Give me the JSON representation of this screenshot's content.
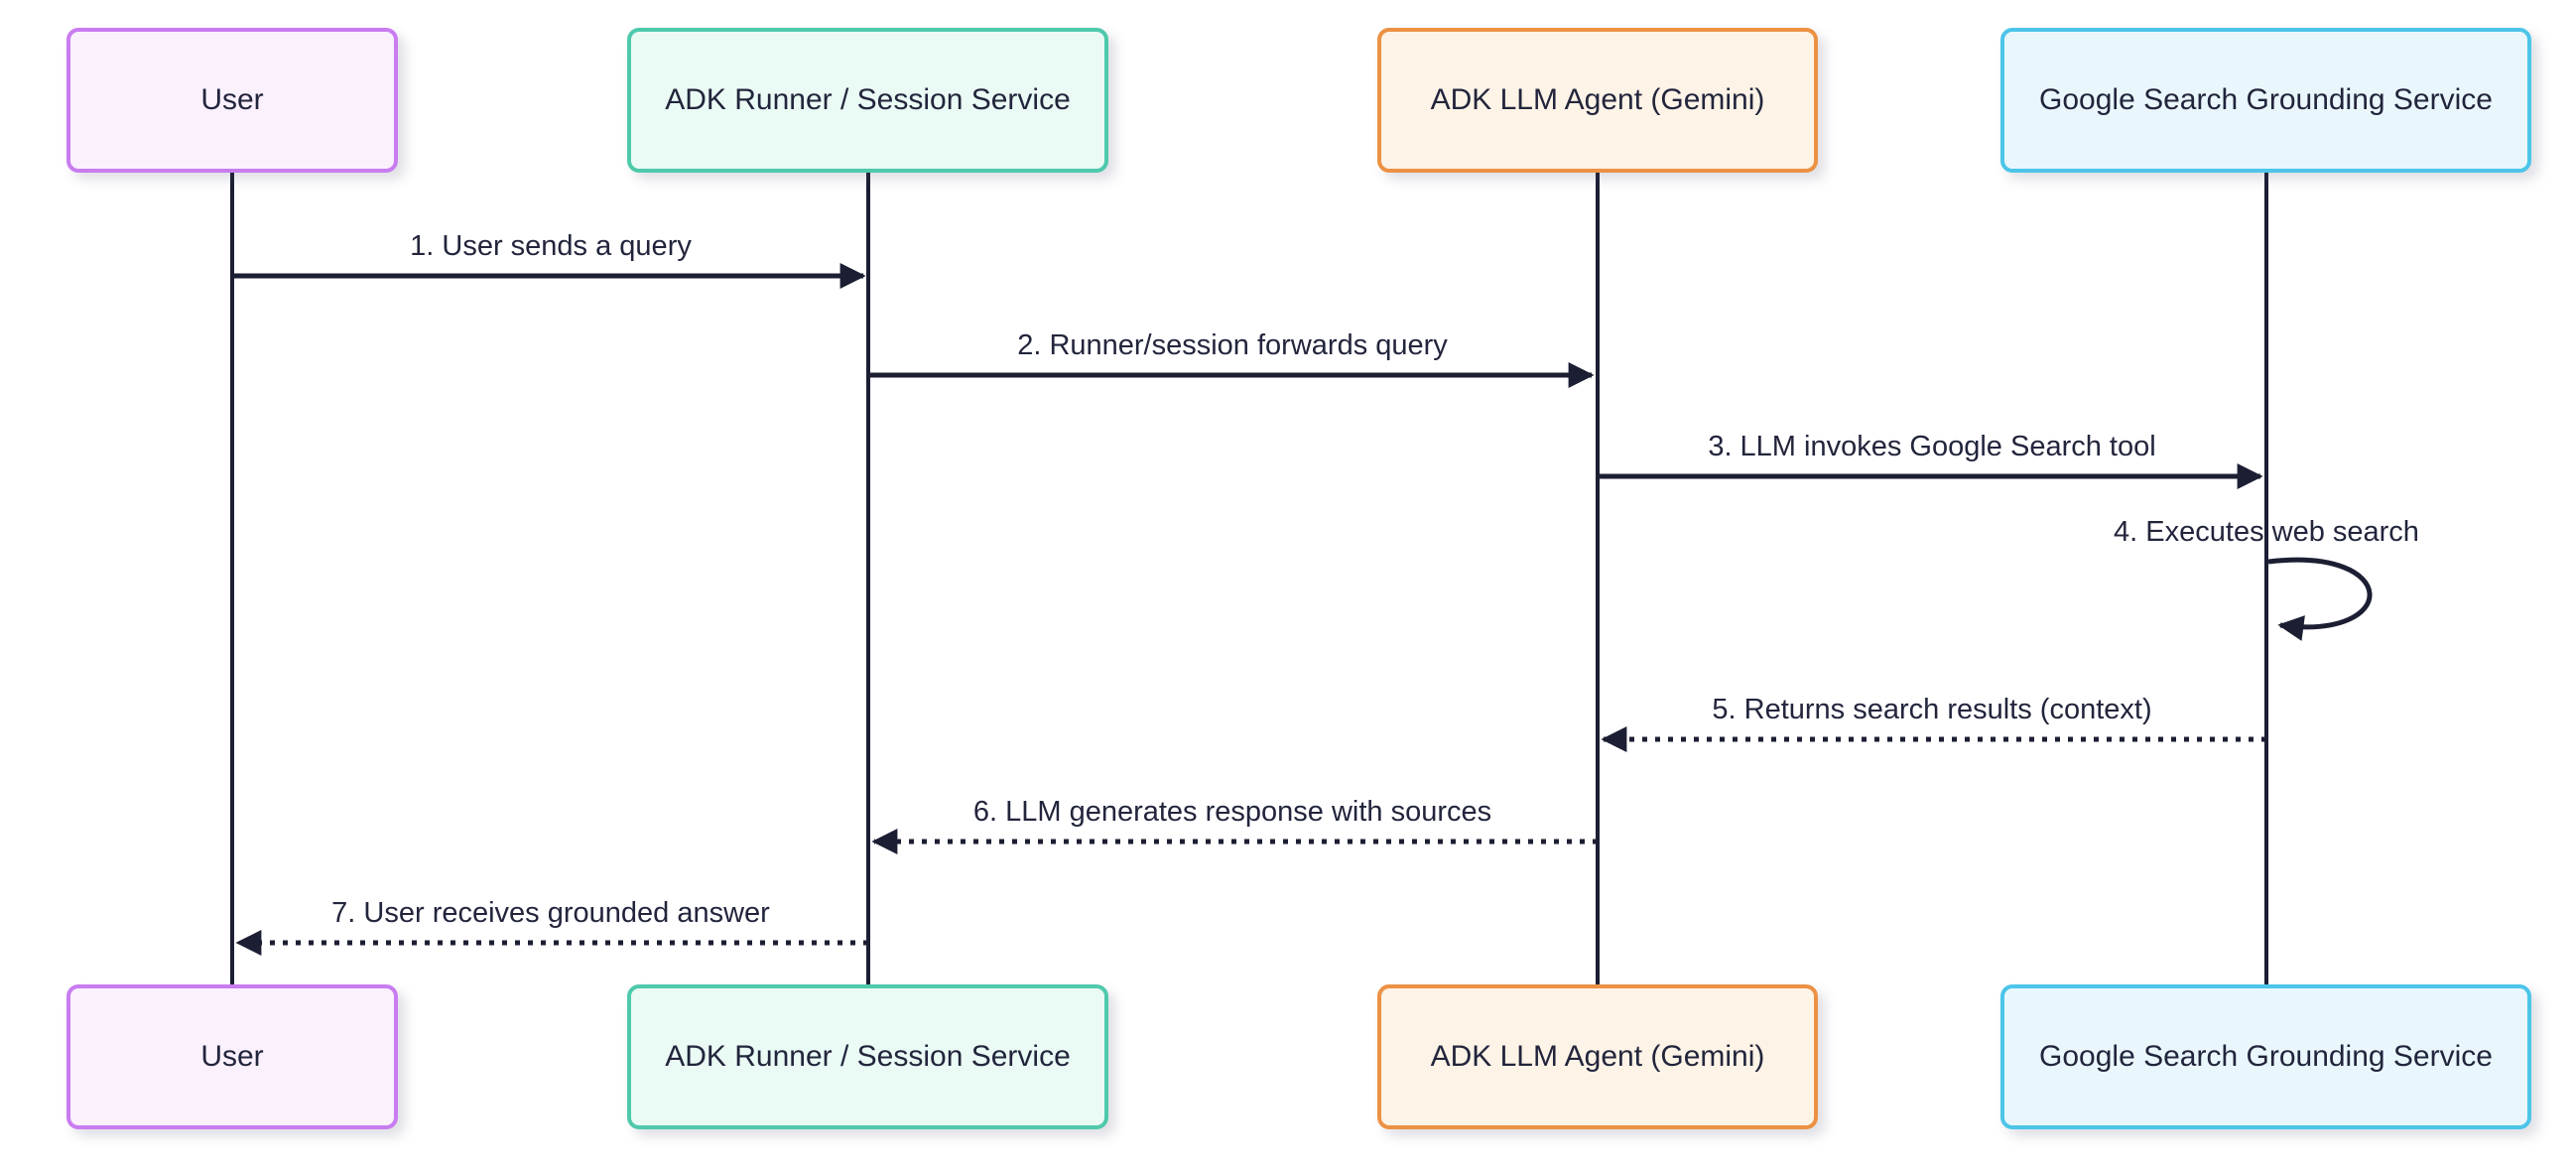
{
  "diagram": {
    "type": "sequence-diagram",
    "background": "#ffffff",
    "line_color": "#1c1e33",
    "text_color": "#22253c",
    "actors": [
      {
        "id": "user",
        "label": "User",
        "border": "#c97cf0",
        "fill": "#faf1fd"
      },
      {
        "id": "runner",
        "label": "ADK Runner / Session Service",
        "border": "#4fc9ab",
        "fill": "#eafaf4"
      },
      {
        "id": "llm",
        "label": "ADK LLM Agent (Gemini)",
        "border": "#ec9144",
        "fill": "#fdf3e6"
      },
      {
        "id": "google",
        "label": "Google Search Grounding Service",
        "border": "#4cc5e8",
        "fill": "#e9f7fc"
      }
    ],
    "messages": [
      {
        "label": "1. User sends a query",
        "from": "user",
        "to": "runner",
        "line": "solid"
      },
      {
        "label": "2. Runner/session forwards query",
        "from": "runner",
        "to": "llm",
        "line": "solid"
      },
      {
        "label": "3. LLM invokes Google Search tool",
        "from": "llm",
        "to": "google",
        "line": "solid"
      },
      {
        "label": "4. Executes web search",
        "from": "google",
        "to": "google",
        "line": "self-loop"
      },
      {
        "label": "5. Returns search results (context)",
        "from": "google",
        "to": "llm",
        "line": "dotted"
      },
      {
        "label": "6. LLM generates response with sources",
        "from": "llm",
        "to": "runner",
        "line": "dotted"
      },
      {
        "label": "7. User receives grounded answer",
        "from": "runner",
        "to": "user",
        "line": "dotted"
      }
    ]
  }
}
